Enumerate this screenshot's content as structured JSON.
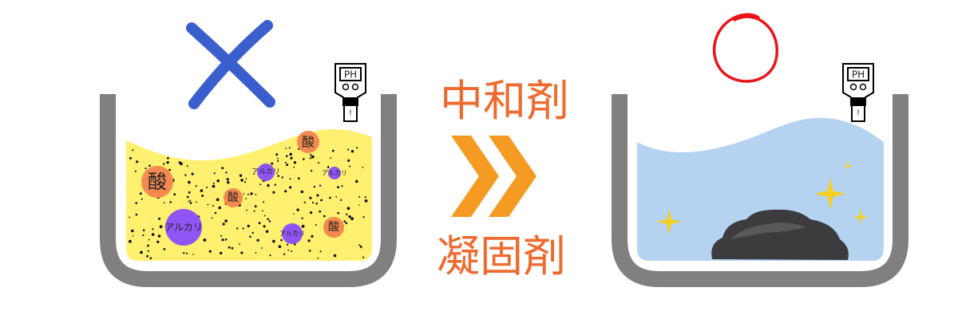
{
  "labels": {
    "neutralizer": "中和剤",
    "coagulant": "凝固剤",
    "acid": "酸",
    "alkali": "アルカリ",
    "ph_meter": "PH",
    "ph_indicator": "!"
  },
  "marks": {
    "before": "cross-mark",
    "after": "circle-mark"
  },
  "colors": {
    "container": "#808080",
    "acid_liquid": "#FFF070",
    "clean_water": "#B5D3F0",
    "acid_particle": "#F48A50",
    "alkali_particle": "#8F55F5",
    "cross": "#3A5FCD",
    "circle": "#E81419",
    "arrow": "#F59A23",
    "text": "#EE6A2E",
    "sparkle": "#F5D020"
  }
}
